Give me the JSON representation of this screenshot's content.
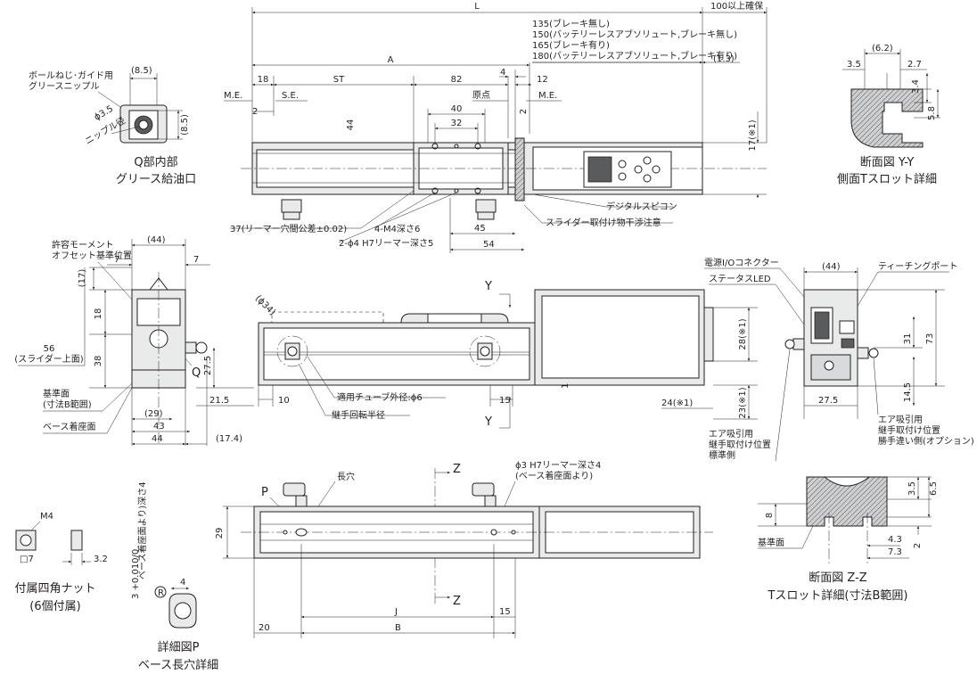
{
  "top_view": {
    "dim_L": "L",
    "dim_100": "100以上確保",
    "note_135": "135(ブレーキ無し)",
    "note_150": "150(バッテリーレスアブソリュート,ブレーキ無し)",
    "note_165": "165(ブレーキ有り)",
    "note_180": "180(バッテリーレスアブソリュート,ブレーキ有り)",
    "dim_1_3": "(1.3)",
    "dim_A": "A",
    "dim_18": "18",
    "dim_ST": "ST",
    "dim_82": "82",
    "dim_4": "4",
    "dim_12": "12",
    "me_left": "M.E.",
    "se": "S.E.",
    "origin": "原点",
    "me_right": "M.E.",
    "dim_2_left": "2",
    "dim_2_right": "2",
    "dim_44": "44",
    "dim_40": "40",
    "dim_32": "32",
    "dim_17": "17(※1)",
    "digital_speecon": "デジタルスピコン",
    "slider_interference": "スライダー取付け物干渉注意",
    "note_37": "37(リーマー穴間公差±0.02)",
    "note_4m4": "4-M4深さ6",
    "note_2phi4": "2-ϕ4 H7リーマー深さ5",
    "dim_45": "45",
    "dim_54": "54"
  },
  "q_detail": {
    "ball_screw_label": "ボールねじ･ガイド用",
    "grease_nipple": "グリースニップル",
    "dim_8_5_top": "(8.5)",
    "dim_8_5_side": "(8.5)",
    "phi_3_5": "ϕ3.5",
    "nipple_dia": "ニップル径",
    "title1": "Q部内部",
    "title2": "グリース給油口"
  },
  "yy_section": {
    "dim_6_2": "(6.2)",
    "dim_3_5": "3.5",
    "dim_2_7": "2.7",
    "dim_3_4": "3.4",
    "dim_5_8": "5.8",
    "title1": "断面図 Y-Y",
    "title2": "側面Tスロット詳細"
  },
  "end_view_left": {
    "moment_label": "許容モーメント",
    "offset_label": "オフセット基準位置",
    "dim_44_top": "(44)",
    "dim_7_left": "7",
    "dim_7_right": "7",
    "dim_17": "(17)",
    "dim_18": "18",
    "dim_38": "38",
    "dim_56": "56",
    "dim_56_note": "(スライダー上面)",
    "dim_27_5": "27.5",
    "q_label": "Q",
    "ref_plane": "基準面",
    "ref_range": "(寸法B範囲)",
    "base_mount": "ベース着座面",
    "dim_21_5": "21.5",
    "dim_29": "(29)",
    "dim_43": "43",
    "dim_44_bottom": "44",
    "dim_17_4": "(17.4)"
  },
  "side_view": {
    "dim_phi34": "(ϕ34)",
    "y_top": "Y",
    "y_bottom": "Y",
    "dim_28": "28(※1)",
    "dim_1": "1",
    "dim_10": "10",
    "dim_15": "15",
    "tube_od": "適用チューブ外径:ϕ6",
    "fitting_radius": "継手回転半径",
    "dim_24": "24(※1)",
    "dim_23": "23(※1)"
  },
  "end_view_right": {
    "power_io": "電源I/Oコネクター",
    "status_led": "ステータスLED",
    "dim_44": "(44)",
    "teaching_port": "ティーチングポート",
    "dim_73": "73",
    "dim_31": "31",
    "dim_14_5": "14.5",
    "dim_27_5": "27.5",
    "air_std_1": "エア吸引用",
    "air_std_2": "継手取付け位置",
    "air_std_3": "標準側",
    "air_opt_1": "エア吸引用",
    "air_opt_2": "継手取付け位置",
    "air_opt_3": "勝手違い側(オプション)"
  },
  "bottom_view": {
    "long_hole": "長穴",
    "z_top": "Z",
    "z_bottom": "Z",
    "phi3_note1": "ϕ3 H7リーマー深さ4",
    "phi3_note2": "(ベース着座面より)",
    "p_label": "P",
    "dim_29": "29",
    "dim_J": "J",
    "dim_B": "B",
    "dim_20": "20",
    "dim_15": "15"
  },
  "detail_p": {
    "tol": "3 +0.010/0",
    "depth_note": "ベース着座面より)深さ4",
    "dim_4": "4",
    "r_label": "R",
    "title1": "詳細図P",
    "title2": "ベース長穴詳細"
  },
  "nut": {
    "m4": "M4",
    "sq7": "□7",
    "dim_3_2": "3.2",
    "title1": "付属四角ナット",
    "title2": "(6個付属)"
  },
  "zz_section": {
    "dim_3_5": "3.5",
    "dim_6_5": "6.5",
    "dim_8": "8",
    "dim_2": "2",
    "dim_4_3": "4.3",
    "dim_7_3": "7.3",
    "ref_plane": "基準面",
    "title1": "断面図 Z-Z",
    "title2": "Tスロット詳細(寸法B範囲)"
  }
}
